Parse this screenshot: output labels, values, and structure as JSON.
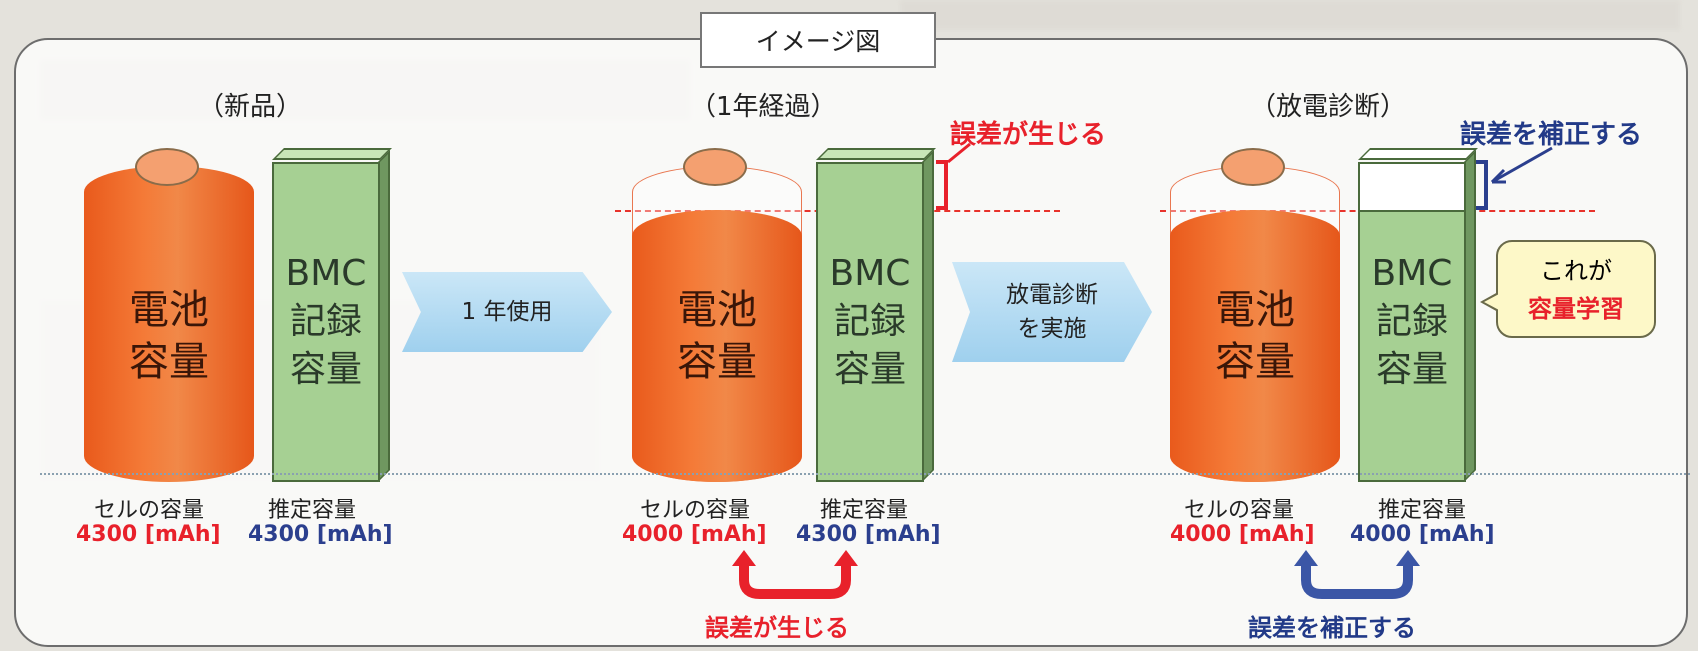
{
  "title": "イメージ図",
  "stages": [
    {
      "heading": "（新品）",
      "cell_label": "電池\n容量",
      "bmc_label": "BMC\n記録\n容量",
      "cell_caption": "セルの容量",
      "cell_value": "4300 [mAh]",
      "bmc_caption": "推定容量",
      "bmc_value": "4300 [mAh]"
    },
    {
      "heading": "（1年経過）",
      "cell_label": "電池\n容量",
      "bmc_label": "BMC\n記録\n容量",
      "cell_caption": "セルの容量",
      "cell_value": "4000 [mAh]",
      "bmc_caption": "推定容量",
      "bmc_value": "4300 [mAh]",
      "note": "誤差が生じる",
      "bottom_note": "誤差が生じる"
    },
    {
      "heading": "（放電診断）",
      "cell_label": "電池\n容量",
      "bmc_label": "BMC\n記録\n容量",
      "cell_caption": "セルの容量",
      "cell_value": "4000 [mAh]",
      "bmc_caption": "推定容量",
      "bmc_value": "4000 [mAh]",
      "note": "誤差を補正する",
      "bottom_note": "誤差を補正する"
    }
  ],
  "arrows": [
    "1 年使用",
    "放電診断\nを実施"
  ],
  "bubble": {
    "line1": "これが",
    "line2": "容量学習"
  },
  "colors": {
    "red": "#e8212b",
    "blue": "#2b3f8e",
    "orange": "#f47a37",
    "green": "#a6d093"
  }
}
